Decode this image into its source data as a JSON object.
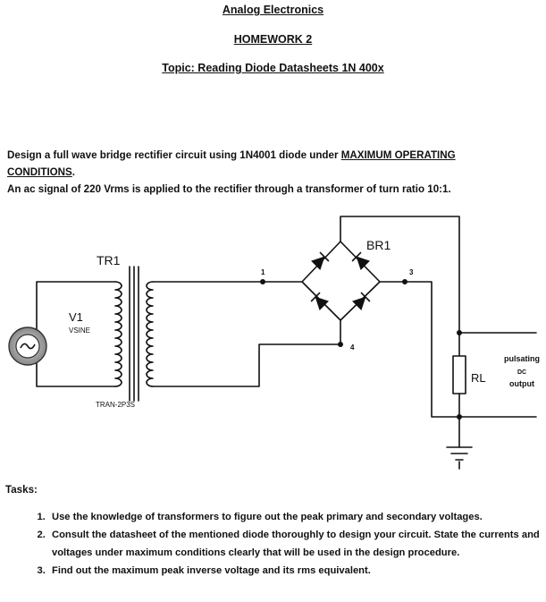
{
  "header": {
    "course": "Analog Electronics",
    "homework": "HOMEWORK 2",
    "topic": "Topic: Reading Diode Datasheets 1N 400x"
  },
  "problem": {
    "line1_prefix": "Design a full wave bridge rectifier circuit using 1N4001 diode under ",
    "line1_emph": "MAXIMUM OPERATING",
    "line2_emph": "CONDITIONS",
    "line2_suffix": ".",
    "line3": "An ac signal of 220 Vrms is applied to the rectifier through a transformer of turn ratio 10:1."
  },
  "circuit": {
    "source_label": "V1",
    "source_type": "VSINE",
    "transformer_label": "TR1",
    "transformer_model": "TRAN-2P3S",
    "bridge_label": "BR1",
    "node_1": "1",
    "node_3": "3",
    "node_4": "4",
    "load_label": "RL",
    "output_line1": "pulsating",
    "output_line2": "DC",
    "output_line3": "output"
  },
  "tasks": {
    "heading": "Tasks:",
    "items": [
      "Use the knowledge of transformers to figure out the peak primary and secondary voltages.",
      "Consult the datasheet of the mentioned diode thoroughly to design your circuit. State the currents and voltages under maximum conditions clearly that will be used in the design procedure.",
      "Find out the maximum peak inverse voltage and its rms equivalent."
    ]
  }
}
